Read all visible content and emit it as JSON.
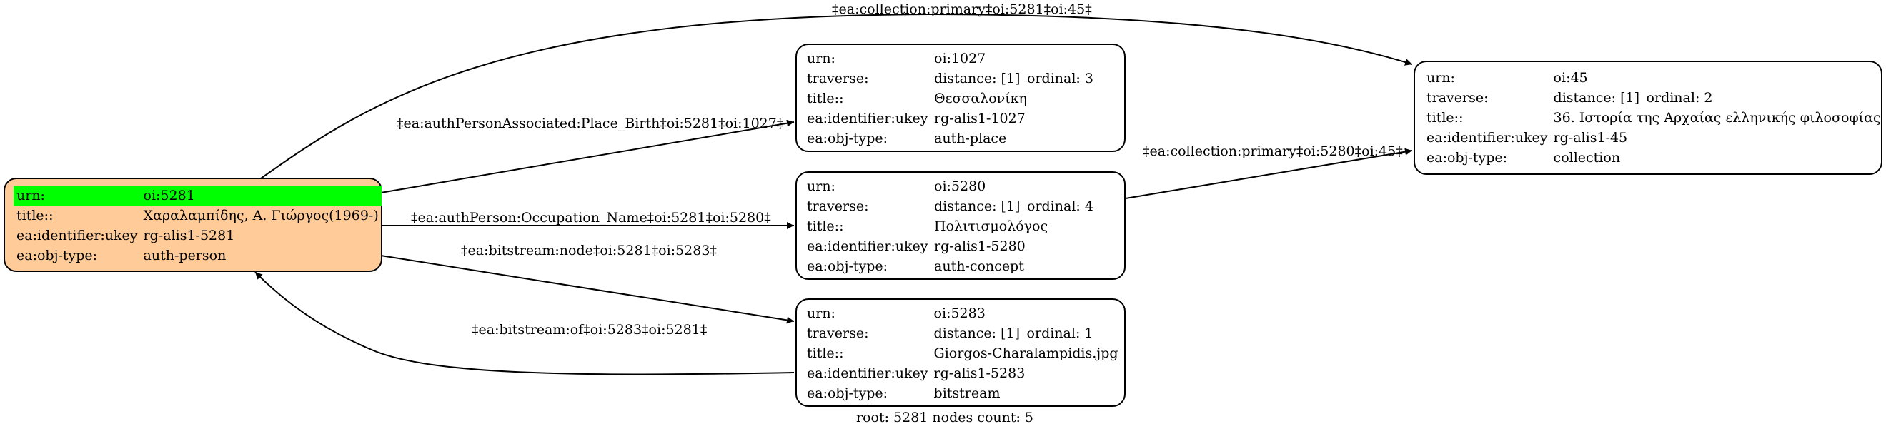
{
  "root_node": {
    "rows": [
      {
        "key": "urn:",
        "value": "oi:5281"
      },
      {
        "key": "title::",
        "value": "Χαραλαμπίδης, Α. Γιώργος(1969-)"
      },
      {
        "key": "ea:identifier:ukey",
        "value": "rg-alis1-5281"
      },
      {
        "key": "ea:obj-type:",
        "value": "auth-person"
      }
    ]
  },
  "nodes": [
    {
      "urn": {
        "key": "urn:",
        "value": "oi:1027"
      },
      "traverse": {
        "key": "traverse:",
        "distance": "distance: [1]",
        "ordinal": "ordinal: 3"
      },
      "title": {
        "key": "title::",
        "value": "Θεσσαλονίκη"
      },
      "ukey": {
        "key": "ea:identifier:ukey",
        "value": "rg-alis1-1027"
      },
      "type": {
        "key": "ea:obj-type:",
        "value": "auth-place"
      }
    },
    {
      "urn": {
        "key": "urn:",
        "value": "oi:5280"
      },
      "traverse": {
        "key": "traverse:",
        "distance": "distance: [1]",
        "ordinal": "ordinal: 4"
      },
      "title": {
        "key": "title::",
        "value": "Πολιτισμολόγος"
      },
      "ukey": {
        "key": "ea:identifier:ukey",
        "value": "rg-alis1-5280"
      },
      "type": {
        "key": "ea:obj-type:",
        "value": "auth-concept"
      }
    },
    {
      "urn": {
        "key": "urn:",
        "value": "oi:5283"
      },
      "traverse": {
        "key": "traverse:",
        "distance": "distance: [1]",
        "ordinal": "ordinal: 1"
      },
      "title": {
        "key": "title::",
        "value": "Giorgos-Charalampidis.jpg"
      },
      "ukey": {
        "key": "ea:identifier:ukey",
        "value": "rg-alis1-5283"
      },
      "type": {
        "key": "ea:obj-type:",
        "value": "bitstream"
      }
    },
    {
      "urn": {
        "key": "urn:",
        "value": "oi:45"
      },
      "traverse": {
        "key": "traverse:",
        "distance": "distance: [1]",
        "ordinal": "ordinal: 2"
      },
      "title": {
        "key": "title::",
        "value": "36. Ιστορία της Αρχαίας ελληνικής φιλοσοφίας"
      },
      "ukey": {
        "key": "ea:identifier:ukey",
        "value": "rg-alis1-45"
      },
      "type": {
        "key": "ea:obj-type:",
        "value": "collection"
      }
    }
  ],
  "edges": [
    {
      "label": "‡ea:collection:primary‡oi:5281‡oi:45‡"
    },
    {
      "label": "‡ea:authPersonAssociated:Place_Birth‡oi:5281‡oi:1027‡"
    },
    {
      "label": "‡ea:authPerson:Occupation_Name‡oi:5281‡oi:5280‡"
    },
    {
      "label": "‡ea:bitstream:node‡oi:5281‡oi:5283‡"
    },
    {
      "label": "‡ea:bitstream:of‡oi:5283‡oi:5281‡"
    },
    {
      "label": "‡ea:collection:primary‡oi:5280‡oi:45‡"
    }
  ],
  "footer": "root: 5281 nodes count: 5",
  "colors": {
    "root_fill": "#ffcc99",
    "highlight": "#00ff00",
    "stroke": "#000000"
  }
}
